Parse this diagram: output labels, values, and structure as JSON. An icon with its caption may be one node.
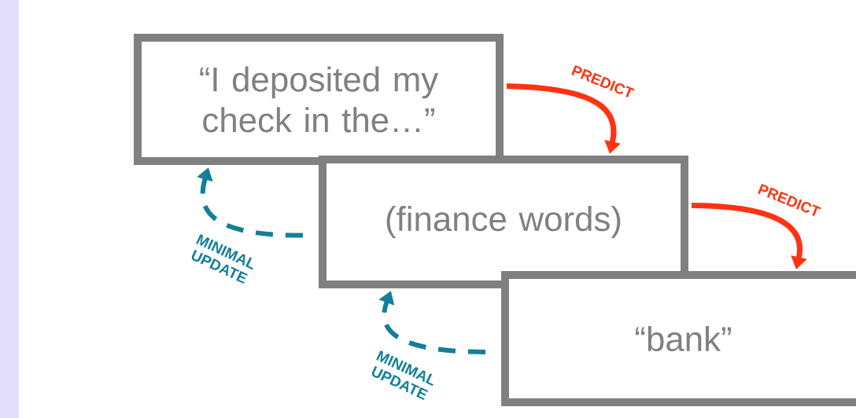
{
  "diagram": {
    "nodes": [
      {
        "text": [
          "“I deposited my check in the…”"
        ]
      },
      {
        "text": [
          "(finance words)"
        ]
      },
      {
        "text": [
          "“bank”"
        ]
      }
    ],
    "edges": [
      {
        "from": 0,
        "to": 1,
        "arrow": "to",
        "label": "PREDICT",
        "color": "#ff3311"
      },
      {
        "from": 1,
        "to": 2,
        "arrow": "to",
        "label": "PREDICT",
        "color": "#ff3311"
      },
      {
        "from": 1,
        "to": 0,
        "arrow": "to",
        "label": "MINIMAL UPDATE",
        "style": "dashed",
        "color": "#137f99"
      },
      {
        "from": 2,
        "to": 1,
        "arrow": "to",
        "label": "MINIMAL UPDATE",
        "style": "dashed",
        "color": "#137f99"
      }
    ]
  }
}
